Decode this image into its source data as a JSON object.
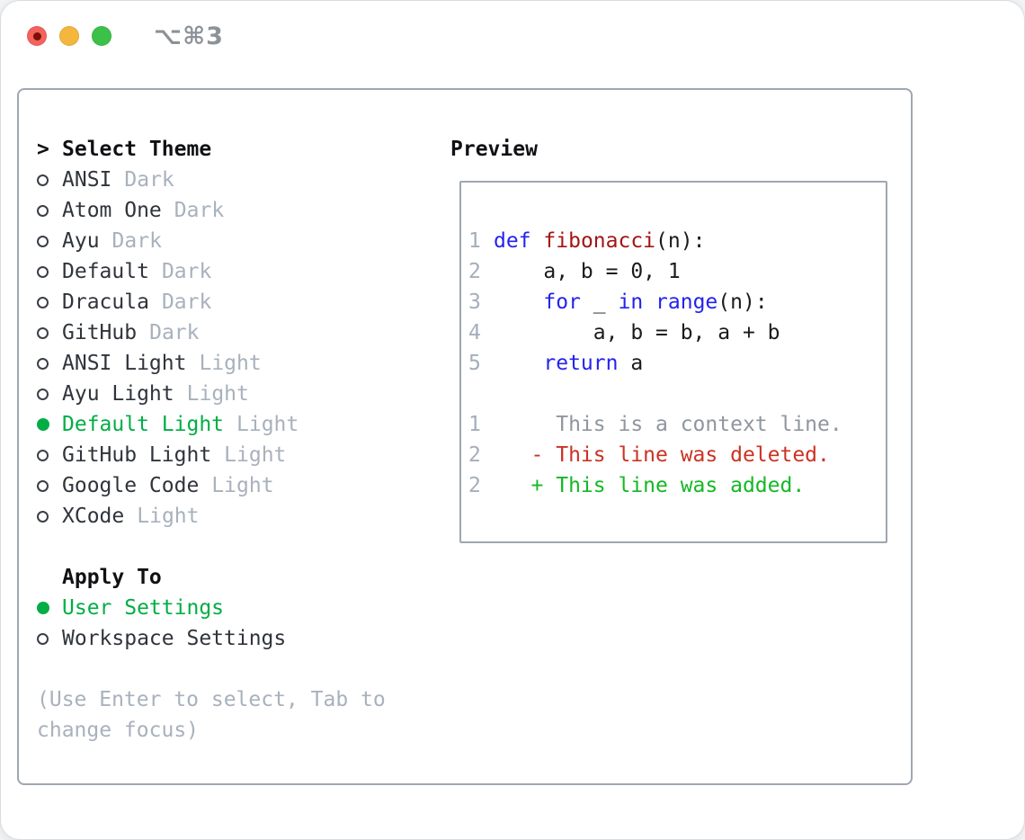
{
  "titlebar": {
    "shortcut": "⌥⌘3"
  },
  "left": {
    "title_marker": ">",
    "title": "Select Theme",
    "themes": [
      {
        "name": "ANSI",
        "variant": "Dark",
        "selected": false
      },
      {
        "name": "Atom One",
        "variant": "Dark",
        "selected": false
      },
      {
        "name": "Ayu",
        "variant": "Dark",
        "selected": false
      },
      {
        "name": "Default",
        "variant": "Dark",
        "selected": false
      },
      {
        "name": "Dracula",
        "variant": "Dark",
        "selected": false
      },
      {
        "name": "GitHub",
        "variant": "Dark",
        "selected": false
      },
      {
        "name": "ANSI Light",
        "variant": "Light",
        "selected": false
      },
      {
        "name": "Ayu Light",
        "variant": "Light",
        "selected": false
      },
      {
        "name": "Default Light",
        "variant": "Light",
        "selected": true
      },
      {
        "name": "GitHub Light",
        "variant": "Light",
        "selected": false
      },
      {
        "name": "Google Code",
        "variant": "Light",
        "selected": false
      },
      {
        "name": "XCode",
        "variant": "Light",
        "selected": false
      }
    ],
    "apply_to": {
      "title": "Apply To",
      "options": [
        {
          "label": "User Settings",
          "selected": true
        },
        {
          "label": "Workspace Settings",
          "selected": false
        }
      ]
    },
    "hint": "(Use Enter to select, Tab to change focus)"
  },
  "preview": {
    "title": "Preview",
    "code_lines": [
      {
        "num": "1",
        "tokens": [
          {
            "t": "def",
            "c": "keyword"
          },
          {
            "t": " ",
            "c": "code"
          },
          {
            "t": "fibonacci",
            "c": "function"
          },
          {
            "t": "(n):",
            "c": "code"
          }
        ]
      },
      {
        "num": "2",
        "tokens": [
          {
            "t": "    a, b = 0, 1",
            "c": "code"
          }
        ]
      },
      {
        "num": "3",
        "tokens": [
          {
            "t": "    ",
            "c": "code"
          },
          {
            "t": "for",
            "c": "keyword"
          },
          {
            "t": " _ ",
            "c": "code"
          },
          {
            "t": "in",
            "c": "keyword"
          },
          {
            "t": " ",
            "c": "code"
          },
          {
            "t": "range",
            "c": "keyword"
          },
          {
            "t": "(n):",
            "c": "code"
          }
        ]
      },
      {
        "num": "4",
        "tokens": [
          {
            "t": "        a, b = b, a + b",
            "c": "code"
          }
        ]
      },
      {
        "num": "5",
        "tokens": [
          {
            "t": "    ",
            "c": "code"
          },
          {
            "t": "return",
            "c": "keyword"
          },
          {
            "t": " a",
            "c": "code"
          }
        ]
      }
    ],
    "diff_lines": [
      {
        "num": "1",
        "kind": "context",
        "text": "     This is a context line."
      },
      {
        "num": "2",
        "kind": "deleted",
        "text": "   - This line was deleted."
      },
      {
        "num": "2",
        "kind": "added",
        "text": "   + This line was added."
      }
    ]
  },
  "colors": {
    "keyword": "#2323ee",
    "function": "#a31515",
    "code_text": "#1a1b1e",
    "line_number": "#a4aebb",
    "diff_context": "#8f969e",
    "diff_deleted": "#cb3223",
    "diff_added": "#14b825",
    "selected_green": "#00ae45",
    "item_text": "#30343b",
    "variant_suffix": "#a8b1bd",
    "title_text": "#101114",
    "hint_text": "#a8b1bd",
    "panel_border": "#9ea7b1",
    "bullet_outline": "#3a3f47",
    "traffic_red": "#f4625c",
    "traffic_red_dot": "#7a100a",
    "traffic_yellow": "#f5b63e",
    "traffic_green": "#3bc148",
    "shortcut_text": "#8c9298"
  }
}
